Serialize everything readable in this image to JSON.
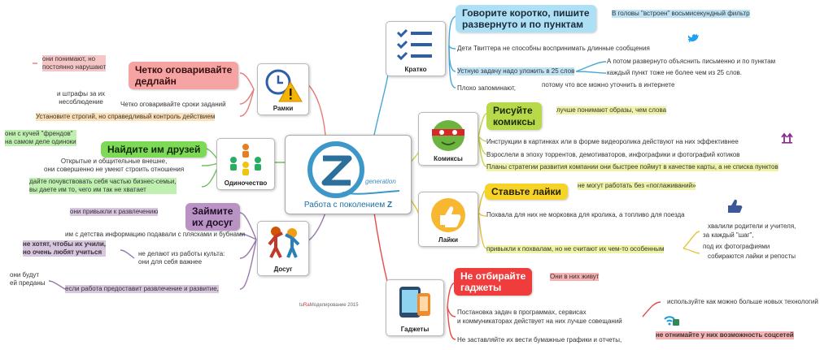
{
  "center": {
    "title": "Работа с поколением",
    "letter": "Z",
    "logo_word": "generation"
  },
  "credit": {
    "prefix": "tu",
    "brand": "Ra",
    "text": "Моделирование 2015"
  },
  "cards": {
    "kratko": "Кратко",
    "komiksy": "Комиксы",
    "laiki": "Лайки",
    "gadzhety": "Гаджеты",
    "ramki": "Рамки",
    "odinochestvo": "Одиночество",
    "dosug": "Досуг"
  },
  "kratko": {
    "headline_1": "Говорите коротко, пишите",
    "headline_2": "развернуто и по пунктам",
    "filter": "В головы \"встроен\" восьмисекундный фильтр",
    "twitter": "Дети Твиттера не способны воспринимать длинные сообщения",
    "task": "Устную задачу надо уложить в 25 слов",
    "then_1": "А потом развернуто объяснить письменно и по пунктам",
    "then_2": "каждый пункт тоже  не более чем из 25 слов.",
    "remember": "Плохо запоминают,",
    "because": "потому что все можно уточнить в интернете"
  },
  "komiksy": {
    "headline_1": "Рисуйте",
    "headline_2": "комиксы",
    "images": "лучше понимают образы, чем слова",
    "instr": "Инструкции в картинках или в форме видеоролика действуют на них эффективнее",
    "grew": "Взрослели в эпоху торрентов, демотиваторов, инфографики и фотографий котиков",
    "plans": "Планы стратегии развития компании они быстрее поймут в качестве карты, а не списка пунктов"
  },
  "laiki": {
    "headline": "Ставьте лайки",
    "no_work": "не могут работать без «поглаживаний»",
    "praise": "Похвала для них не морковка для кролика, а топливо для поезда",
    "used": "привыкли к похвалам, но не считают их чем-то особенным",
    "parents_1": "хвалили родители и учителя,",
    "parents_2": "за каждый \"шаг\",",
    "photos_1": "под их фотографиями",
    "photos_2": "собираются лайки и репосты"
  },
  "gadzhety": {
    "headline_1": "Не отбирайте",
    "headline_2": "гаджеты",
    "live": "Они в них живут",
    "tasks_1": "Постановка задач в программах, сервисах",
    "tasks_2": "и коммуникаторах действует на них лучше совещаний",
    "use_tech": "используйте как можно больше новых технологий",
    "no_paper": "Не заставляйте их вести бумажные графики и отчеты,",
    "no_social": "не отнимайте у них возможность соцсетей"
  },
  "ramki": {
    "headline_1": "Четко оговаривайте",
    "headline_2": "дедлайн",
    "understand_1": "они понимают, но",
    "understand_2": "постоянно нарушают",
    "fines_1": "и штрафы за их",
    "fines_2": "несоблюдение",
    "terms": "Четко оговаривайте сроки заданий",
    "control": "Установите строгий, но справедливый контроль действием"
  },
  "odinochestvo": {
    "headline": "Найдите им друзей",
    "pile_1": "они с кучей \"френдов\"",
    "pile_2": "на самом деле одиноки",
    "open_1": "Открытые и общительные внешне,",
    "open_2": "они совершенно не умеют строить отношения",
    "family_1": "дайте почувствовать себя частью бизнес-семьи,",
    "family_2": "вы даете им то, чего им так не хватает"
  },
  "dosug": {
    "headline_1": "Займите",
    "headline_2": "их досуг",
    "used_fun": "они привыкли к развлечению",
    "childhood": "им с детства информацию подавали с плясками и бубнами",
    "dont_want_1": "не хотят, чтобы их учили,",
    "dont_want_2": "но очень любят учиться",
    "cult_1": "не делают из работы культа:",
    "cult_2": "они для себя важнее",
    "will_be_1": "они будут",
    "will_be_2": "ей преданы",
    "if_work": "если работа предоставит развлечение и развитие,"
  }
}
